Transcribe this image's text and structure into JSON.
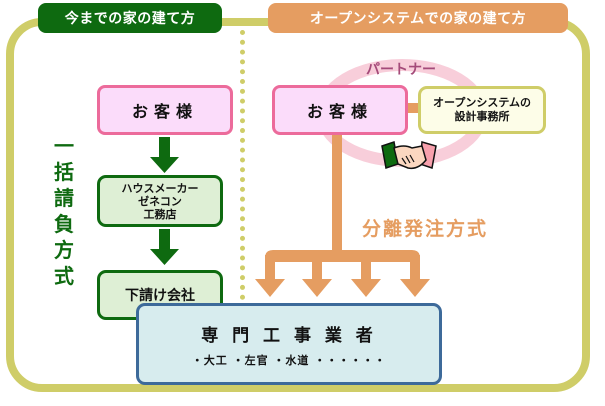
{
  "titles": {
    "left": "今までの家の建て方",
    "right": "オープンシステムでの家の建て方"
  },
  "left_flow": {
    "method_label": [
      "一",
      "括",
      "請",
      "負",
      "方",
      "式"
    ],
    "client": "お客様",
    "builder_lines": [
      "ハウスメーカー",
      "ゼネコン",
      "工務店"
    ],
    "subcontractor": "下請け会社"
  },
  "right_flow": {
    "partner_label": "パートナー",
    "client": "お客様",
    "architect_lines": [
      "オープンシステムの",
      "設計事務所"
    ],
    "method_label": "分離発注方式",
    "handshake_icon": "handshake-icon"
  },
  "specialists": {
    "title": "専 門 工 事 業 者",
    "examples": "・大工 ・左官 ・水道 ・・・・・・"
  },
  "colors": {
    "frame": "#cfcd68",
    "left_accent": "#0e6a10",
    "right_accent": "#e59d61",
    "client_border": "#ec6b9b",
    "specialist_border": "#3d6a9a",
    "partner_text": "#a44a79"
  }
}
